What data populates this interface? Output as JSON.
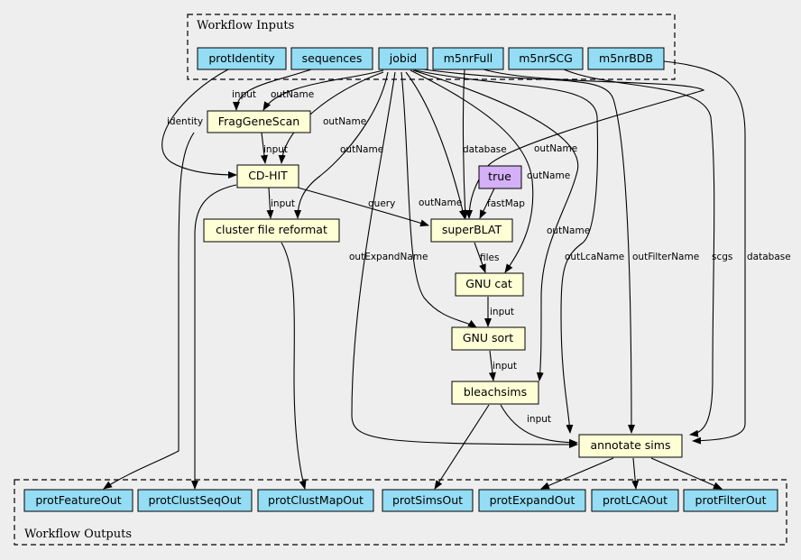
{
  "clusters": {
    "inputs_label": "Workflow Inputs",
    "outputs_label": "Workflow Outputs"
  },
  "inputs": {
    "protIdentity": "protIdentity",
    "sequences": "sequences",
    "jobid": "jobid",
    "m5nrFull": "m5nrFull",
    "m5nrSCG": "m5nrSCG",
    "m5nrBDB": "m5nrBDB"
  },
  "steps": {
    "fraggenescan": "FragGeneScan",
    "cdhit": "CD-HIT",
    "cluster_reformat": "cluster file reformat",
    "true_param": "true",
    "superblat": "superBLAT",
    "gnu_cat": "GNU cat",
    "gnu_sort": "GNU sort",
    "bleachsims": "bleachsims",
    "annotate_sims": "annotate sims"
  },
  "outputs": {
    "protFeatureOut": "protFeatureOut",
    "protClustSeqOut": "protClustSeqOut",
    "protClustMapOut": "protClustMapOut",
    "protSimsOut": "protSimsOut",
    "protExpandOut": "protExpandOut",
    "protLCAOut": "protLCAOut",
    "protFilterOut": "protFilterOut"
  },
  "edge_labels": {
    "input": "input",
    "outName": "outName",
    "identity": "identity",
    "database": "database",
    "query": "query",
    "fastMap": "fastMap",
    "files": "files",
    "outExpandName": "outExpandName",
    "outLcaName": "outLcaName",
    "outFilterName": "outFilterName",
    "scgs": "scgs"
  },
  "colors": {
    "io": "#94ddf4",
    "step": "#ffffd6",
    "param": "#d4b0f7",
    "background": "#eeeeee"
  }
}
